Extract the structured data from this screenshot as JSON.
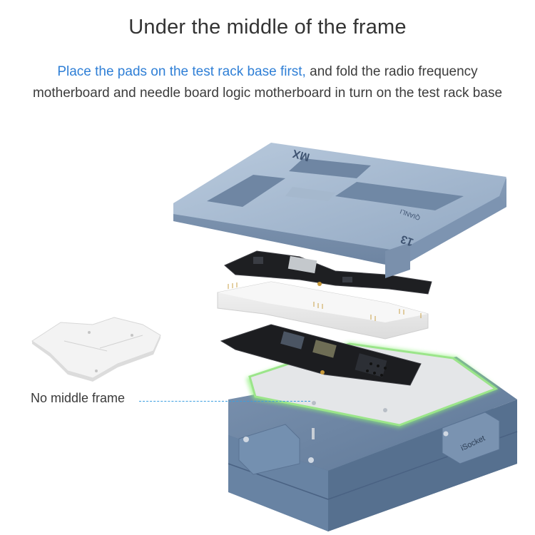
{
  "header": {
    "title": "Under the middle of the frame",
    "subtitle_highlight": "Place the pads on the test rack base first,",
    "subtitle_rest_line1": " and fold the radio frequency",
    "subtitle_line2": "motherboard and needle board logic motherboard in turn on the test rack base"
  },
  "callout": {
    "label": "No middle frame"
  },
  "product": {
    "frame_labels": {
      "logo": "MX",
      "brand": "QIANLI",
      "model": "13",
      "badge": "iSocket"
    }
  },
  "colors": {
    "highlight": "#2f7fd6",
    "title_text": "#333333",
    "body_text": "#3c3c3c",
    "frame_metal": "#9fb4cc",
    "base_metal": "#6f87a6",
    "board_dark": "#1e1f22",
    "glow_green": "#7ee06a",
    "dashed_line": "#3a9ee0"
  }
}
